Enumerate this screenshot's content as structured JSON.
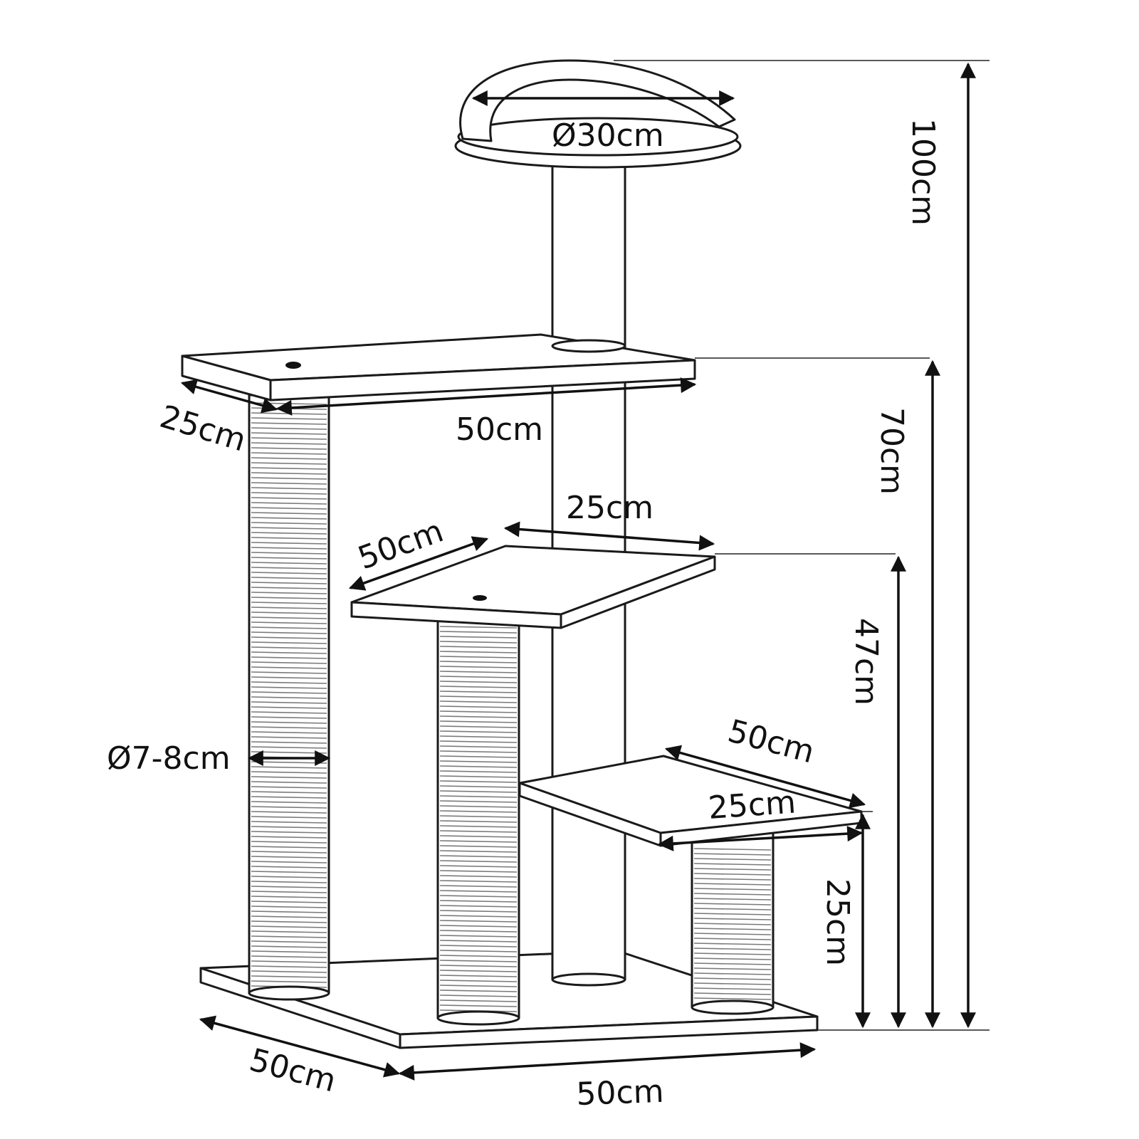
{
  "diagram": {
    "colors": {
      "line": "#1a1a1a",
      "background": "#ffffff",
      "rope": "#7a7a7a"
    },
    "labels": {
      "bed_diameter": "Ø30cm",
      "total_height": "100cm",
      "top_platform_height": "70cm",
      "top_platform_depth": "25cm",
      "top_platform_width": "50cm",
      "middle_platform_depth": "25cm",
      "middle_platform_width": "50cm",
      "middle_platform_height": "47cm",
      "post_diameter": "Ø7-8cm",
      "lower_platform_width": "50cm",
      "lower_platform_depth": "25cm",
      "lower_platform_height": "25cm",
      "base_depth": "50cm",
      "base_width": "50cm"
    }
  }
}
